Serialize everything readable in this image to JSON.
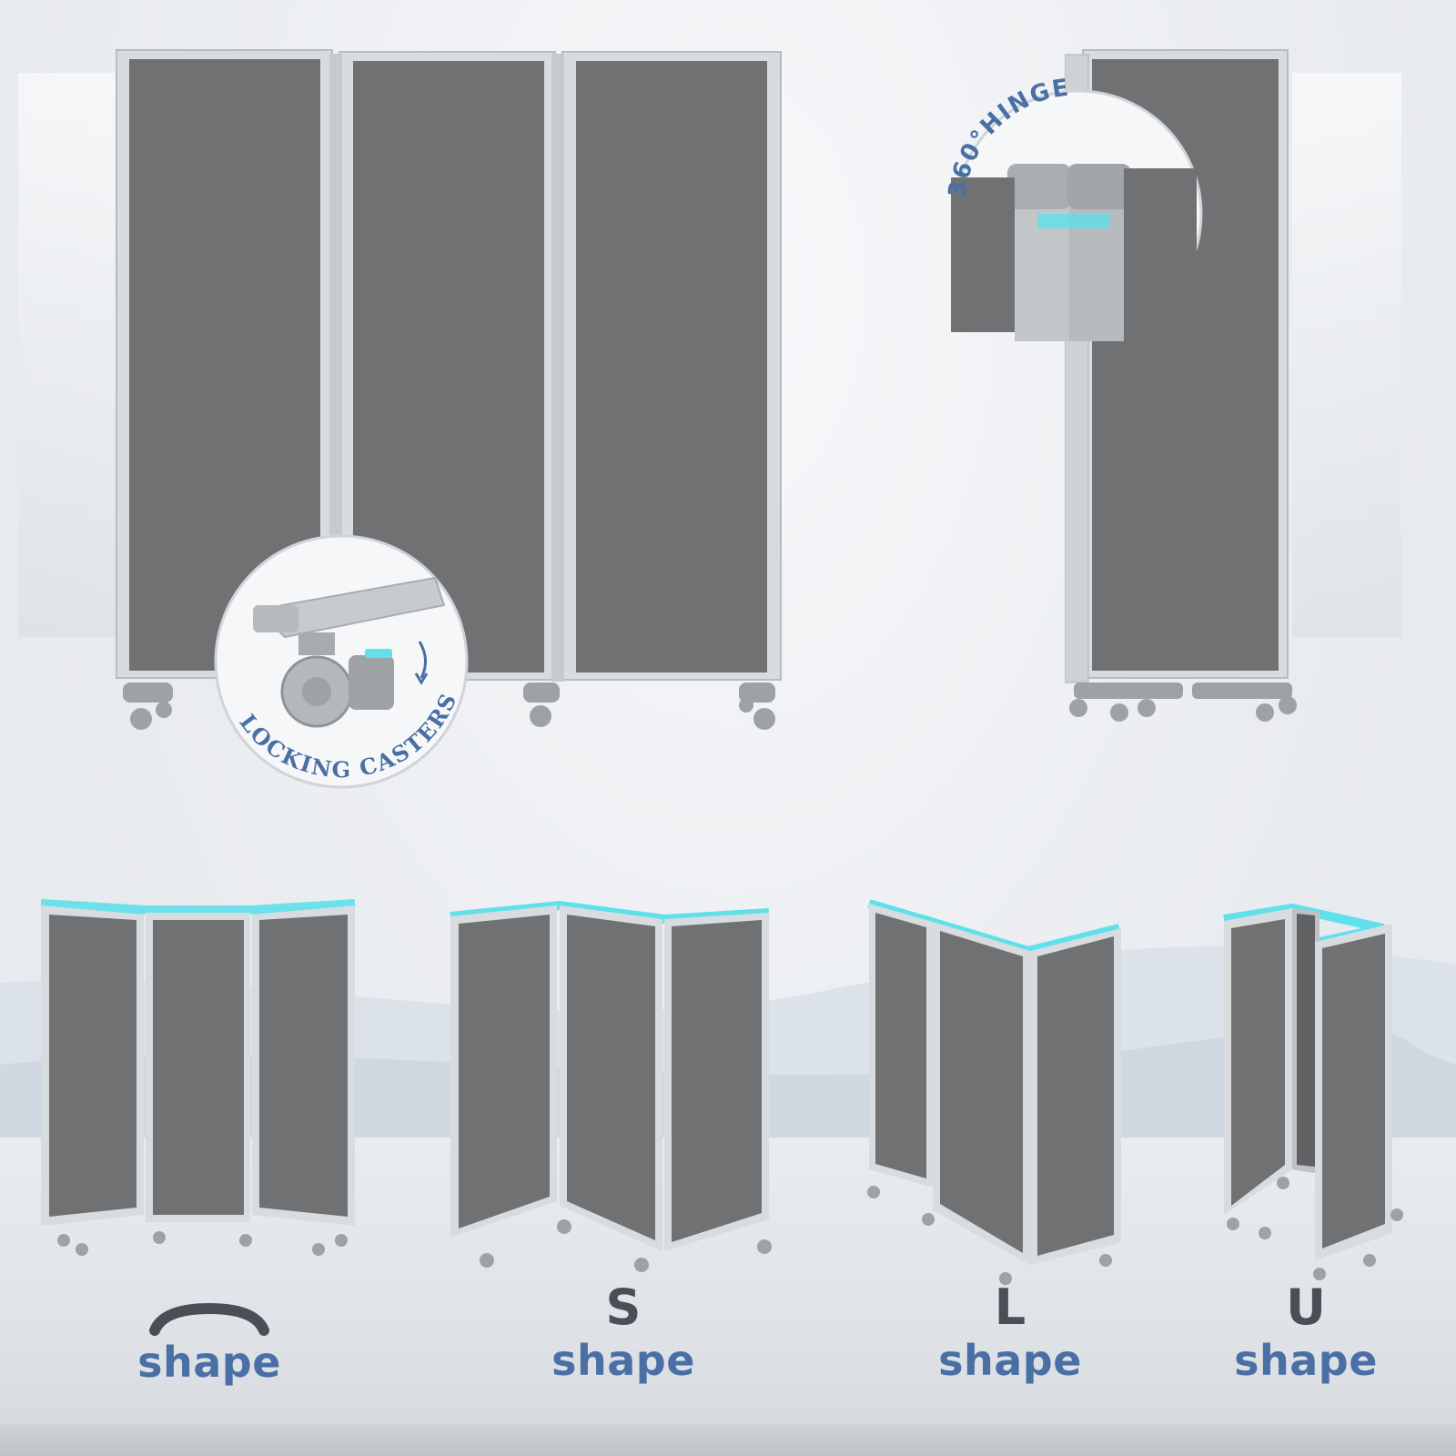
{
  "callouts": {
    "hinge": "360°HINGE",
    "casters": "LOCKING CASTERS"
  },
  "shapes": [
    {
      "letter": "",
      "word": "shape",
      "icon": "arc-icon"
    },
    {
      "letter": "S",
      "word": "shape"
    },
    {
      "letter": "L",
      "word": "shape"
    },
    {
      "letter": "U",
      "word": "shape"
    }
  ],
  "colors": {
    "panel": "#6f7173",
    "frame": "#d9dcdf",
    "accent_text": "#4a6fa5",
    "glow": "#5fe0ea"
  }
}
